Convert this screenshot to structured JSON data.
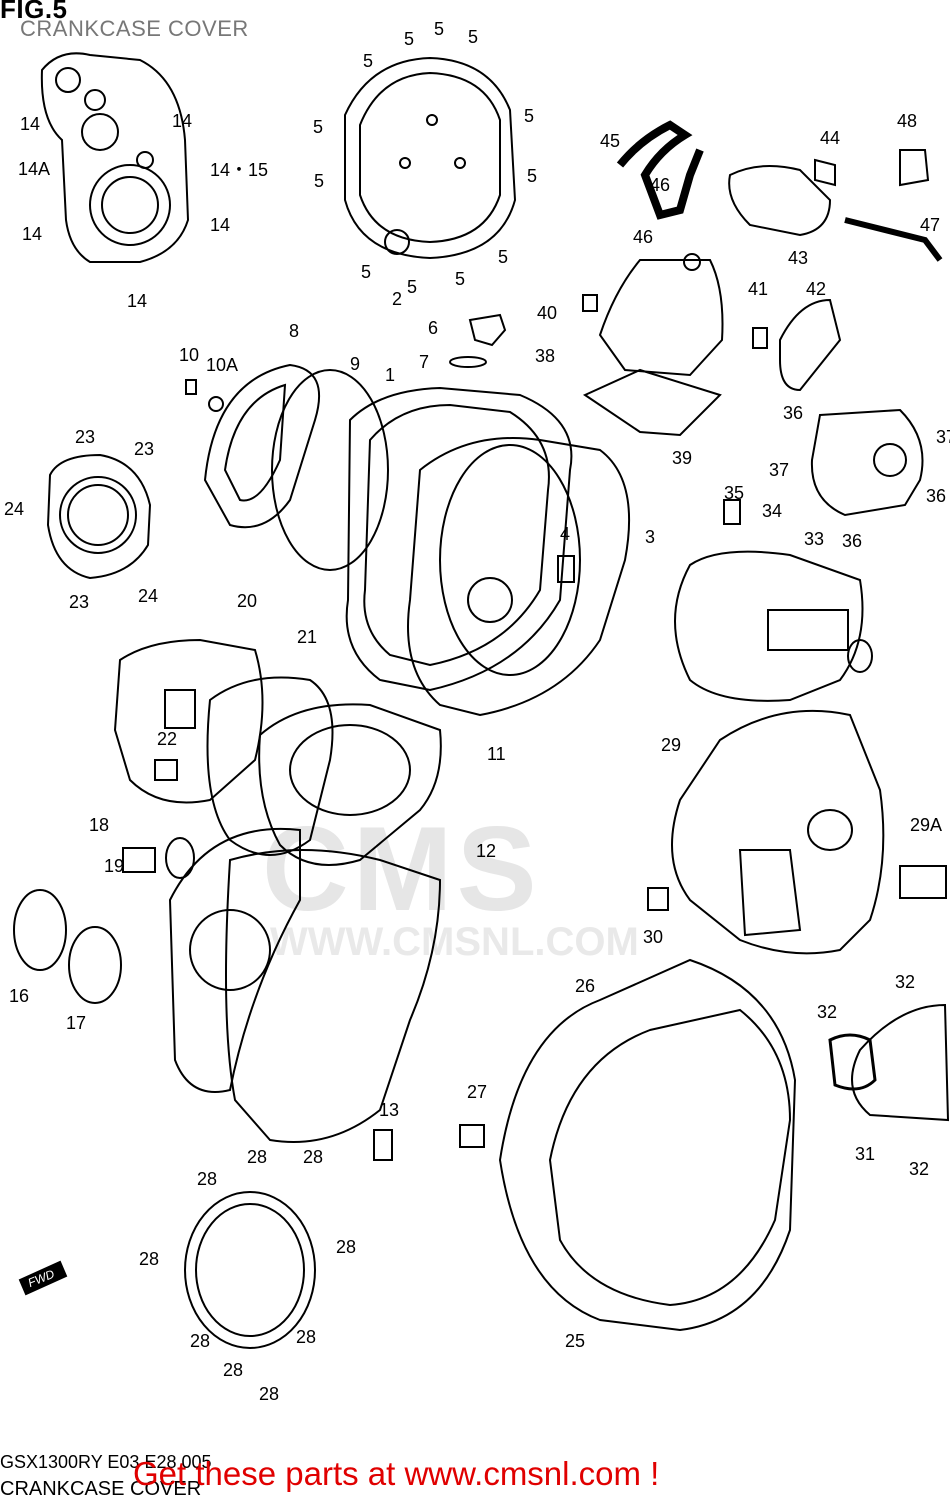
{
  "header": {
    "fig": "FIG.5",
    "subtitle": "CRANKCASE COVER"
  },
  "footer": {
    "code": "GSX1300RY E03 E28 005",
    "subtitle": "CRANKCASE COVER",
    "cta": "Get these parts at www.cmsnl.com !"
  },
  "watermark": {
    "brand": "CMS",
    "url": "WWW.CMSNL.COM"
  },
  "fwd_label": "FWD",
  "labels": {
    "l1": "1",
    "l2": "2",
    "l3": "3",
    "l4": "4",
    "l5": "5",
    "l6": "6",
    "l7": "7",
    "l8": "8",
    "l9": "9",
    "l10": "10",
    "l10a": "10A",
    "l11": "11",
    "l12": "12",
    "l13": "13",
    "l14": "14",
    "l14a": "14A",
    "l14_15": "14・15",
    "l16": "16",
    "l17": "17",
    "l18": "18",
    "l19": "19",
    "l20": "20",
    "l21": "21",
    "l22": "22",
    "l23": "23",
    "l24": "24",
    "l25": "25",
    "l26": "26",
    "l27": "27",
    "l28": "28",
    "l29": "29",
    "l29a": "29A",
    "l30": "30",
    "l31": "31",
    "l32": "32",
    "l33": "33",
    "l34": "34",
    "l35": "35",
    "l36": "36",
    "l37": "37",
    "l38": "38",
    "l39": "39",
    "l40": "40",
    "l41": "41",
    "l42": "42",
    "l43": "43",
    "l44": "44",
    "l45": "45",
    "l46": "46",
    "l47": "47",
    "l48": "48"
  }
}
